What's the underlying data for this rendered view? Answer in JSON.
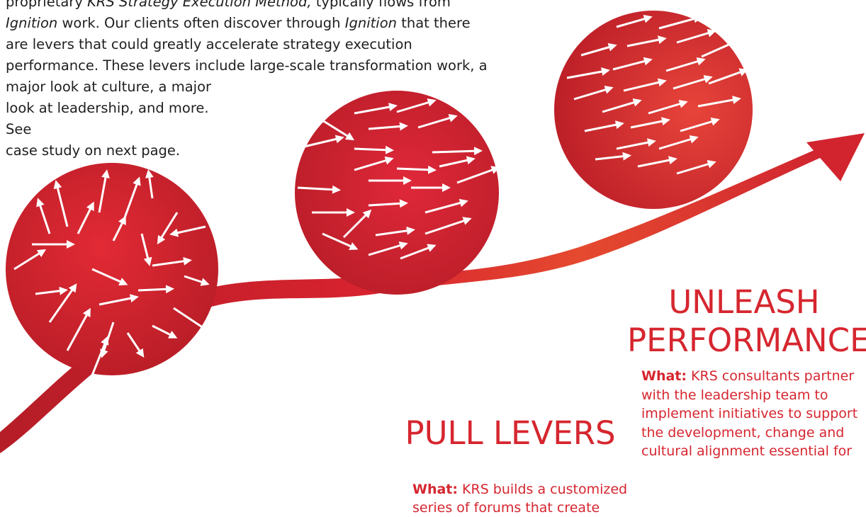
{
  "intro": {
    "line1_prefix": "proprietary ",
    "line1_italic": "KRS Strategy Execution Method,",
    "line1_suffix": " typically flows from",
    "line2_italic1": "Ignition",
    "line2_mid": " work. Our clients often discover through ",
    "line2_italic2": "Ignition",
    "line2_suffix": " that there",
    "line3": "are levers that could greatly accelerate strategy execution",
    "line4": "performance. These levers include large-scale transformation work, a",
    "line5": "major look at culture, a major",
    "line6": "look at leadership, and more. See",
    "line7": "case study on next page."
  },
  "stages": [
    {
      "title": "PULL LEVERS",
      "what_label": "What:",
      "line1": " KRS builds a customized",
      "line2": "series of forums that create"
    },
    {
      "title_line1": "UNLEASH",
      "title_line2": "PERFORMANCE",
      "what_label": "What:",
      "line1": " KRS consultants partner",
      "line2": "with the leadership team to",
      "line3": "implement initiatives to support",
      "line4": "the development, change and",
      "line5": "cultural alignment essential for"
    }
  ],
  "colors": {
    "brand_red": "#d6262f",
    "dark_red": "#b51d27",
    "orange_accent": "#e8522e",
    "arrow_white": "#ffffff"
  }
}
